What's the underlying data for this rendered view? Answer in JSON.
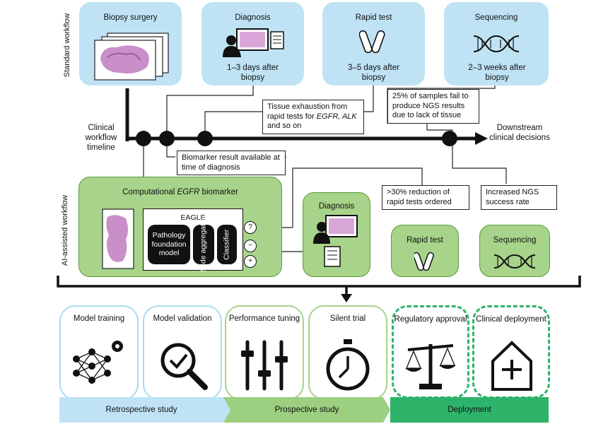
{
  "side_labels": {
    "standard": "Standard workflow",
    "ai": "AI-assisted workflow"
  },
  "standard": {
    "biopsy": {
      "title": "Biopsy surgery"
    },
    "diagnosis": {
      "title": "Diagnosis",
      "time": "1–3 days after biopsy"
    },
    "rapid": {
      "title": "Rapid test",
      "time": "3–5 days after biopsy"
    },
    "sequencing": {
      "title": "Sequencing",
      "time": "2–3 weeks after biopsy"
    }
  },
  "timeline": {
    "label": "Clinical workflow timeline",
    "end": "Downstream clinical decisions"
  },
  "notes": {
    "tissue_a": "Tissue exhaustion from rapid tests for ",
    "tissue_b": "EGFR, ALK",
    "tissue_c": " and so on",
    "ngs_fail": "25% of samples fail to produce NGS results due to lack of tissue",
    "biomarker": "Biomarker result available at time of diagnosis",
    "reduction": ">30% reduction of rapid tests ordered",
    "increased": "Increased NGS success rate"
  },
  "ai": {
    "computational_a": "Computational ",
    "computational_b": "EGFR",
    "computational_c": " biomarker",
    "eagle": "EAGLE",
    "foundation": "Pathology foundation model",
    "aggregator": "Slide aggregator",
    "classifier": "Classifier",
    "signs": [
      "?",
      "−",
      "+"
    ],
    "diagnosis": "Diagnosis",
    "rapid": "Rapid test",
    "sequencing": "Sequencing"
  },
  "stages": [
    {
      "title": "Model training",
      "color": "#a8dcf0"
    },
    {
      "title": "Model validation",
      "color": "#a8dcf0"
    },
    {
      "title": "Performance tuning",
      "color": "#a7d48a"
    },
    {
      "title": "Silent trial",
      "color": "#a7d48a"
    },
    {
      "title": "Regulatory approval",
      "color": "#2fb36a"
    },
    {
      "title": "Clinical deployment",
      "color": "#2fb36a"
    }
  ],
  "phases": [
    "Retrospective study",
    "Prospective study",
    "Deployment"
  ],
  "colors": {
    "blue": "#bfe3f5",
    "green": "#a7d48a",
    "dark_green": "#2fb36a",
    "retro": "#bfe3f5",
    "prosp": "#9ccf80",
    "deploy": "#2db36a"
  }
}
